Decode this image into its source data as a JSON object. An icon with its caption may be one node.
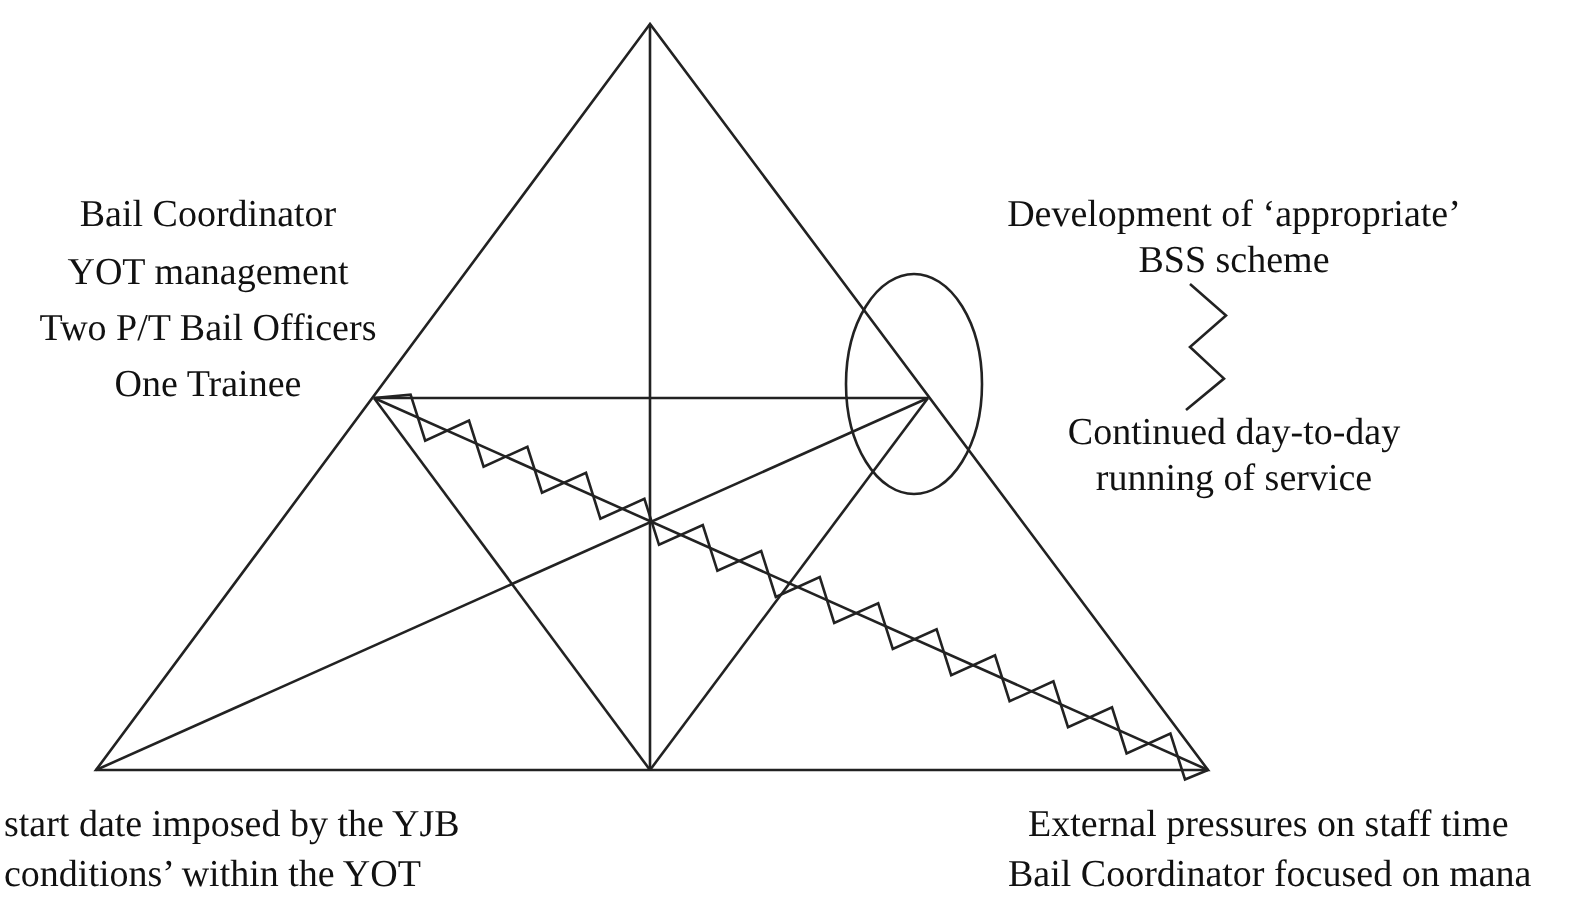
{
  "diagram": {
    "nodes": [
      {
        "text": [
          "Development of ‘appropriate’ BSS scheme"
        ]
      },
      {
        "text": [
          "Continued day-to-day running of service"
        ]
      }
    ],
    "edges": [
      {
        "from": 0,
        "to": 1,
        "arrow": "none"
      }
    ],
    "labels": [
      "Bail Coordinator",
      "YOT management",
      "Two P/T Bail Officers",
      "One Trainee",
      "start date imposed by the YJB",
      "conditions’ within the YOT",
      "External pressures on staff time",
      "Bail Coordinator focused on mana"
    ]
  }
}
